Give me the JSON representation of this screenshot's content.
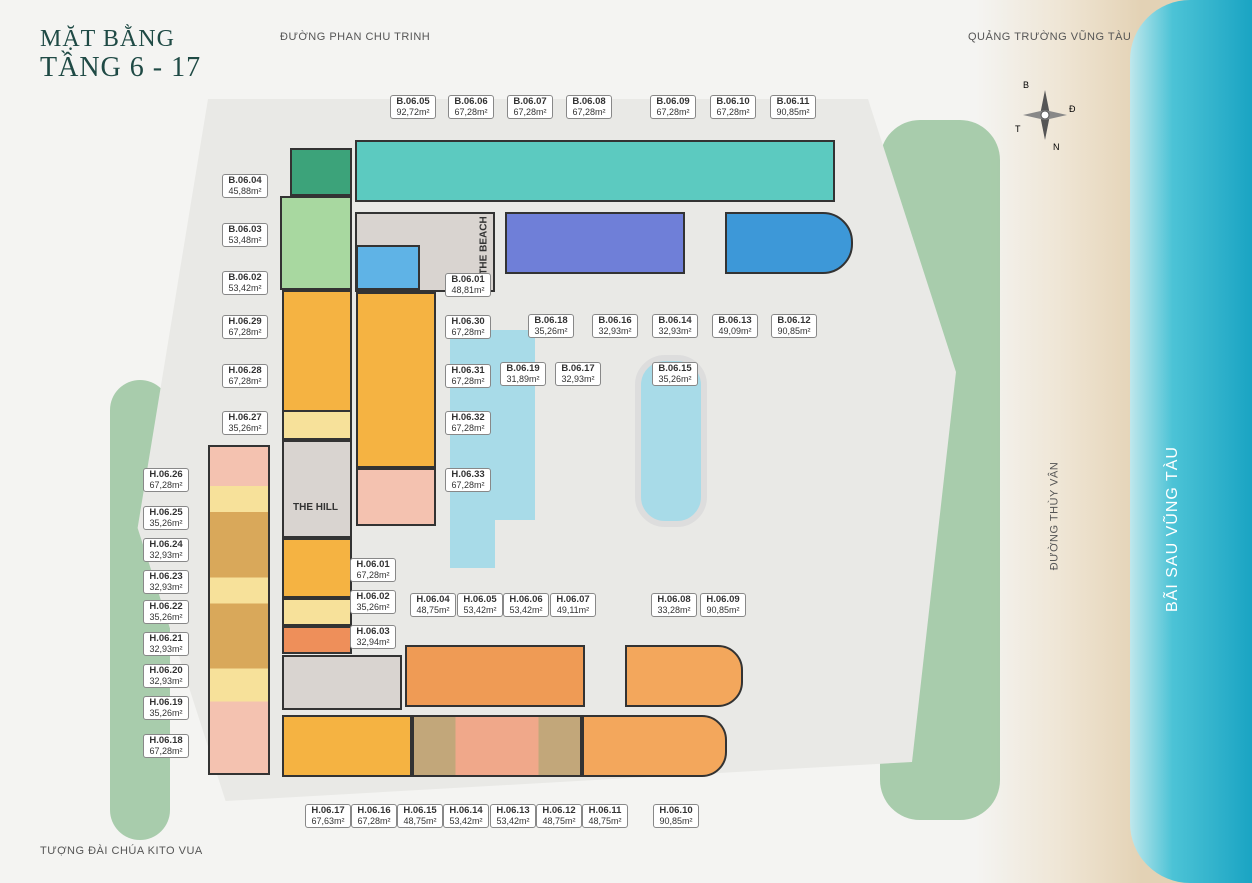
{
  "header": {
    "line1": "MẶT BẰNG",
    "line2": "TẦNG 6 - 17"
  },
  "streets": {
    "top": "ĐƯỜNG PHAN CHU TRINH",
    "top_right": "QUẢNG TRƯỜNG VŨNG TÀU",
    "right": "ĐƯỜNG THÙY VÂN",
    "beach": "BÃI SAU VŨNG TÀU",
    "bottom_left": "TƯỢNG ĐÀI CHÚA KITO VUA"
  },
  "cores": {
    "beach": "THE BEACH",
    "hill": "THE HILL"
  },
  "compass": {
    "n": "B",
    "e": "Đ",
    "s": "N",
    "w": "T"
  },
  "colors": {
    "teal": "#3fbfb6",
    "blue": "#4a90d9",
    "navy": "#5b6fcf",
    "green": "#9ad29a",
    "orange": "#f5b342",
    "peach": "#f4c2b0",
    "yellow": "#f7e19a",
    "tan": "#d9a85a",
    "coral": "#ee8f5a",
    "ocean": "#1aa4c3"
  },
  "units": [
    {
      "id": "B.06.05",
      "area": "92,72m²"
    },
    {
      "id": "B.06.06",
      "area": "67,28m²"
    },
    {
      "id": "B.06.07",
      "area": "67,28m²"
    },
    {
      "id": "B.06.08",
      "area": "67,28m²"
    },
    {
      "id": "B.06.09",
      "area": "67,28m²"
    },
    {
      "id": "B.06.10",
      "area": "67,28m²"
    },
    {
      "id": "B.06.11",
      "area": "90,85m²"
    },
    {
      "id": "B.06.04",
      "area": "45,88m²"
    },
    {
      "id": "B.06.03",
      "area": "53,48m²"
    },
    {
      "id": "B.06.02",
      "area": "53,42m²"
    },
    {
      "id": "B.06.01",
      "area": "48,81m²"
    },
    {
      "id": "H.06.29",
      "area": "67,28m²"
    },
    {
      "id": "H.06.30",
      "area": "67,28m²"
    },
    {
      "id": "H.06.28",
      "area": "67,28m²"
    },
    {
      "id": "H.06.31",
      "area": "67,28m²"
    },
    {
      "id": "H.06.27",
      "area": "35,26m²"
    },
    {
      "id": "H.06.32",
      "area": "67,28m²"
    },
    {
      "id": "H.06.33",
      "area": "67,28m²"
    },
    {
      "id": "B.06.18",
      "area": "35,26m²"
    },
    {
      "id": "B.06.16",
      "area": "32,93m²"
    },
    {
      "id": "B.06.14",
      "area": "32,93m²"
    },
    {
      "id": "B.06.13",
      "area": "49,09m²"
    },
    {
      "id": "B.06.12",
      "area": "90,85m²"
    },
    {
      "id": "B.06.19",
      "area": "31,89m²"
    },
    {
      "id": "B.06.17",
      "area": "32,93m²"
    },
    {
      "id": "B.06.15",
      "area": "35,26m²"
    },
    {
      "id": "H.06.26",
      "area": "67,28m²"
    },
    {
      "id": "H.06.25",
      "area": "35,26m²"
    },
    {
      "id": "H.06.24",
      "area": "32,93m²"
    },
    {
      "id": "H.06.23",
      "area": "32,93m²"
    },
    {
      "id": "H.06.22",
      "area": "35,26m²"
    },
    {
      "id": "H.06.21",
      "area": "32,93m²"
    },
    {
      "id": "H.06.20",
      "area": "32,93m²"
    },
    {
      "id": "H.06.19",
      "area": "35,26m²"
    },
    {
      "id": "H.06.18",
      "area": "67,28m²"
    },
    {
      "id": "H.06.01",
      "area": "67,28m²"
    },
    {
      "id": "H.06.02",
      "area": "35,26m²"
    },
    {
      "id": "H.06.03",
      "area": "32,94m²"
    },
    {
      "id": "H.06.04",
      "area": "48,75m²"
    },
    {
      "id": "H.06.05",
      "area": "53,42m²"
    },
    {
      "id": "H.06.06",
      "area": "53,42m²"
    },
    {
      "id": "H.06.07",
      "area": "49,11m²"
    },
    {
      "id": "H.06.08",
      "area": "33,28m²"
    },
    {
      "id": "H.06.09",
      "area": "90,85m²"
    },
    {
      "id": "H.06.17",
      "area": "67,63m²"
    },
    {
      "id": "H.06.16",
      "area": "67,28m²"
    },
    {
      "id": "H.06.15",
      "area": "48,75m²"
    },
    {
      "id": "H.06.14",
      "area": "53,42m²"
    },
    {
      "id": "H.06.13",
      "area": "53,42m²"
    },
    {
      "id": "H.06.12",
      "area": "48,75m²"
    },
    {
      "id": "H.06.11",
      "area": "48,75m²"
    },
    {
      "id": "H.06.10",
      "area": "90,85m²"
    }
  ]
}
